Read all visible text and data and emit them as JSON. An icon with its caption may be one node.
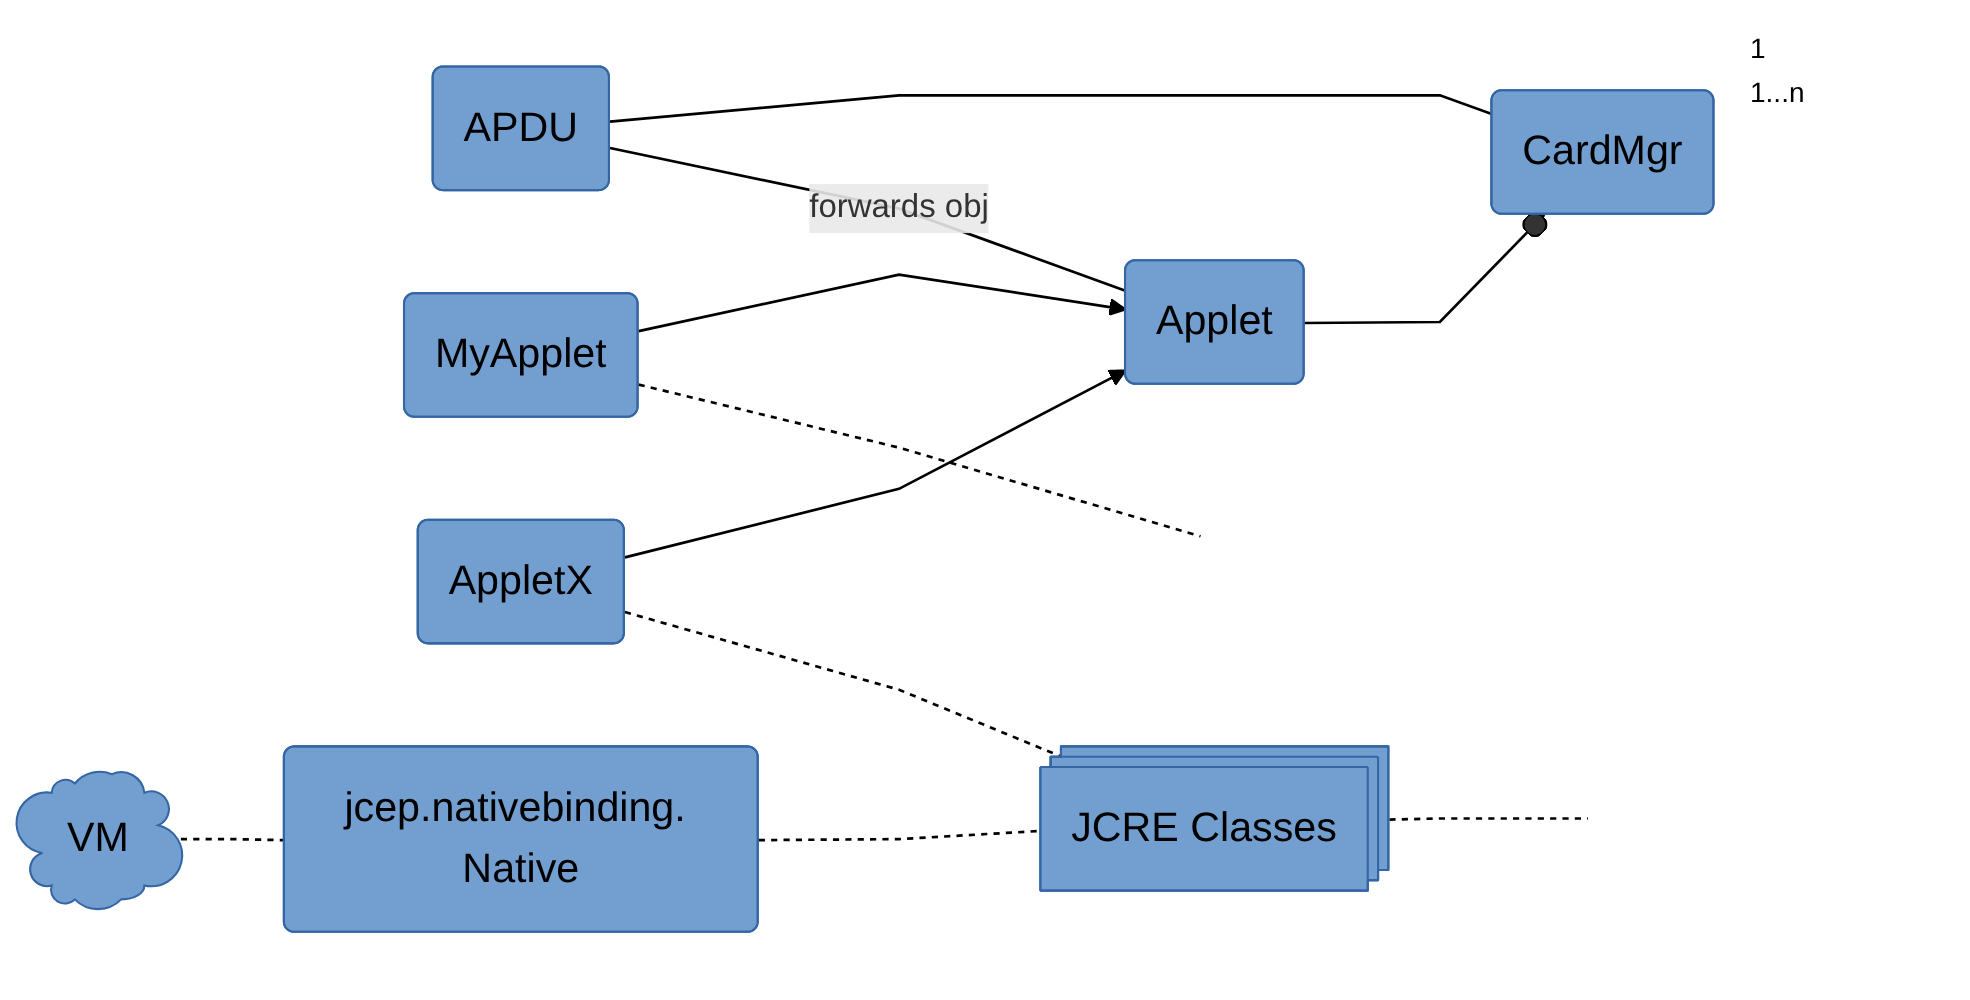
{
  "diagram": {
    "nodes": [
      {
        "text": [
          "CardMgr"
        ]
      },
      {
        "text": [
          "APDU"
        ]
      },
      {
        "text": [
          "MyApplet"
        ]
      },
      {
        "text": [
          "Applet"
        ]
      },
      {
        "text": [
          "AppletX"
        ]
      },
      {
        "text": [
          "VM"
        ]
      },
      {
        "text": [
          "jcep.nativebinding. Native"
        ]
      },
      {
        "text": [
          "JCRE Classes"
        ]
      }
    ],
    "edges": [
      {
        "from": 1,
        "to": 0,
        "arrow": "none"
      },
      {
        "from": 1,
        "to": 3,
        "arrow": "none",
        "label": "forwards obj"
      },
      {
        "from": 3,
        "to": 0,
        "arrow": "other"
      },
      {
        "from": 2,
        "to": 3,
        "arrow": "to"
      },
      {
        "from": 4,
        "to": 3,
        "arrow": "to"
      },
      {
        "from": 2,
        "to": null,
        "arrow": "none",
        "style": "dashed"
      },
      {
        "from": 4,
        "to": 7,
        "arrow": "none",
        "style": "dashed"
      },
      {
        "from": 5,
        "to": 6,
        "arrow": "none",
        "style": "dashed"
      },
      {
        "from": 6,
        "to": 7,
        "arrow": "none",
        "style": "dashed"
      },
      {
        "from": 7,
        "to": null,
        "arrow": "none",
        "style": "dashed"
      }
    ],
    "labels": [
      "1",
      "1...n"
    ]
  }
}
